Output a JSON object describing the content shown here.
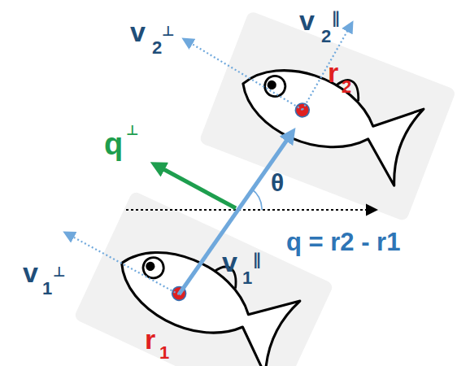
{
  "diagram": {
    "labels": [
      "v",
      "2",
      "⊥",
      "v",
      "2",
      "∥",
      "r",
      "2",
      "q",
      "⊥",
      "θ",
      "q = r2 - r1",
      "v",
      "1",
      "⊥",
      "v",
      "1",
      "∥",
      "r",
      "1"
    ]
  }
}
